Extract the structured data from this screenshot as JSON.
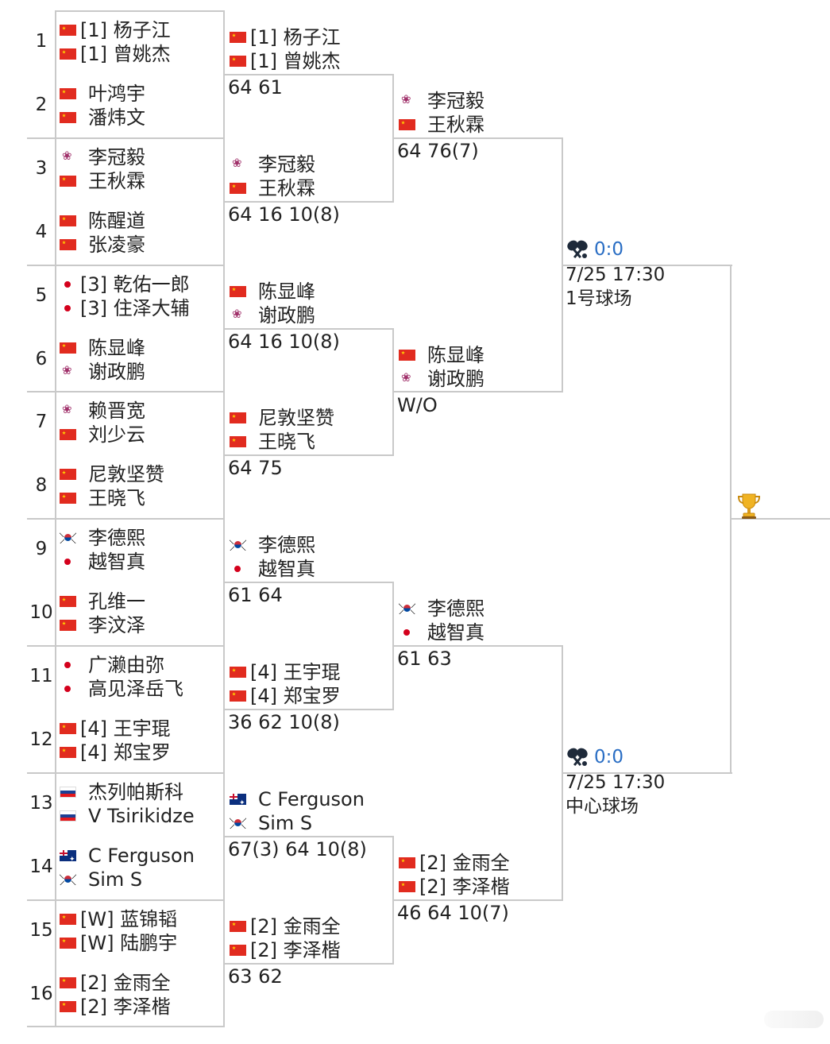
{
  "round1": [
    {
      "num": "1",
      "players": [
        {
          "flag": "cn",
          "name": "[1] 杨子江"
        },
        {
          "flag": "cn",
          "name": "[1] 曾姚杰"
        }
      ]
    },
    {
      "num": "2",
      "players": [
        {
          "flag": "cn",
          "name": "叶鸿宇"
        },
        {
          "flag": "cn",
          "name": "潘炜文"
        }
      ]
    },
    {
      "num": "3",
      "players": [
        {
          "flag": "tpe",
          "name": "李冠毅"
        },
        {
          "flag": "cn",
          "name": "王秋霖"
        }
      ]
    },
    {
      "num": "4",
      "players": [
        {
          "flag": "cn",
          "name": "陈醒道"
        },
        {
          "flag": "cn",
          "name": "张凌豪"
        }
      ]
    },
    {
      "num": "5",
      "players": [
        {
          "flag": "jp",
          "name": "[3] 乾佑一郎"
        },
        {
          "flag": "jp",
          "name": "[3] 住泽大辅"
        }
      ]
    },
    {
      "num": "6",
      "players": [
        {
          "flag": "cn",
          "name": "陈显峰"
        },
        {
          "flag": "tpe",
          "name": "谢政鹏"
        }
      ]
    },
    {
      "num": "7",
      "players": [
        {
          "flag": "tpe",
          "name": "赖晋宽"
        },
        {
          "flag": "cn",
          "name": "刘少云"
        }
      ]
    },
    {
      "num": "8",
      "players": [
        {
          "flag": "cn",
          "name": "尼敦坚赞"
        },
        {
          "flag": "cn",
          "name": "王晓飞"
        }
      ]
    },
    {
      "num": "9",
      "players": [
        {
          "flag": "kr",
          "name": "李德熙"
        },
        {
          "flag": "jp",
          "name": "越智真"
        }
      ]
    },
    {
      "num": "10",
      "players": [
        {
          "flag": "cn",
          "name": "孔维一"
        },
        {
          "flag": "cn",
          "name": "李汶泽"
        }
      ]
    },
    {
      "num": "11",
      "players": [
        {
          "flag": "jp",
          "name": "广濑由弥"
        },
        {
          "flag": "jp",
          "name": "高见泽岳飞"
        }
      ]
    },
    {
      "num": "12",
      "players": [
        {
          "flag": "cn",
          "name": "[4] 王宇琨"
        },
        {
          "flag": "cn",
          "name": "[4] 郑宝罗"
        }
      ]
    },
    {
      "num": "13",
      "players": [
        {
          "flag": "ru",
          "name": "杰列帕斯科"
        },
        {
          "flag": "ru",
          "name": "V Tsirikidze"
        }
      ]
    },
    {
      "num": "14",
      "players": [
        {
          "flag": "au",
          "name": "C Ferguson"
        },
        {
          "flag": "kr",
          "name": "Sim S"
        }
      ]
    },
    {
      "num": "15",
      "players": [
        {
          "flag": "cn",
          "name": "[W] 蓝锦韬"
        },
        {
          "flag": "cn",
          "name": "[W] 陆鹏宇"
        }
      ]
    },
    {
      "num": "16",
      "players": [
        {
          "flag": "cn",
          "name": "[2] 金雨全"
        },
        {
          "flag": "cn",
          "name": "[2] 李泽楷"
        }
      ]
    }
  ],
  "round2": [
    {
      "players": [
        {
          "flag": "cn",
          "name": "[1] 杨子江"
        },
        {
          "flag": "cn",
          "name": "[1] 曾姚杰"
        }
      ],
      "score": "64 61"
    },
    {
      "players": [
        {
          "flag": "tpe",
          "name": "李冠毅"
        },
        {
          "flag": "cn",
          "name": "王秋霖"
        }
      ],
      "score": "64 16 10(8)"
    },
    {
      "players": [
        {
          "flag": "cn",
          "name": "陈显峰"
        },
        {
          "flag": "tpe",
          "name": "谢政鹏"
        }
      ],
      "score": "64 16 10(8)"
    },
    {
      "players": [
        {
          "flag": "cn",
          "name": "尼敦坚赞"
        },
        {
          "flag": "cn",
          "name": "王晓飞"
        }
      ],
      "score": "64 75"
    },
    {
      "players": [
        {
          "flag": "kr",
          "name": "李德熙"
        },
        {
          "flag": "jp",
          "name": "越智真"
        }
      ],
      "score": "61 64"
    },
    {
      "players": [
        {
          "flag": "cn",
          "name": "[4] 王宇琨"
        },
        {
          "flag": "cn",
          "name": "[4] 郑宝罗"
        }
      ],
      "score": "36 62 10(8)"
    },
    {
      "players": [
        {
          "flag": "au",
          "name": "C Ferguson"
        },
        {
          "flag": "kr",
          "name": "Sim S"
        }
      ],
      "score": "67(3) 64 10(8)"
    },
    {
      "players": [
        {
          "flag": "cn",
          "name": "[2] 金雨全"
        },
        {
          "flag": "cn",
          "name": "[2] 李泽楷"
        }
      ],
      "score": "63 62"
    }
  ],
  "round3": [
    {
      "players": [
        {
          "flag": "tpe",
          "name": "李冠毅"
        },
        {
          "flag": "cn",
          "name": "王秋霖"
        }
      ],
      "score": "64 76(7)"
    },
    {
      "players": [
        {
          "flag": "cn",
          "name": "陈显峰"
        },
        {
          "flag": "tpe",
          "name": "谢政鹏"
        }
      ],
      "score": "W/O"
    },
    {
      "players": [
        {
          "flag": "kr",
          "name": "李德熙"
        },
        {
          "flag": "jp",
          "name": "越智真"
        }
      ],
      "score": "61 63"
    },
    {
      "players": [
        {
          "flag": "cn",
          "name": "[2] 金雨全"
        },
        {
          "flag": "cn",
          "name": "[2] 李泽楷"
        }
      ],
      "score": "46 64 10(7)"
    }
  ],
  "semifinals": [
    {
      "live_score": "0:0",
      "time": "7/25 17:30",
      "court": "1号球场"
    },
    {
      "live_score": "0:0",
      "time": "7/25 17:30",
      "court": "中心球场"
    }
  ],
  "icons": {
    "live": "crossed-rackets-icon",
    "final": "trophy-icon"
  },
  "colors": {
    "line": "#c9c9c9",
    "live_score": "#2a6ec4"
  }
}
